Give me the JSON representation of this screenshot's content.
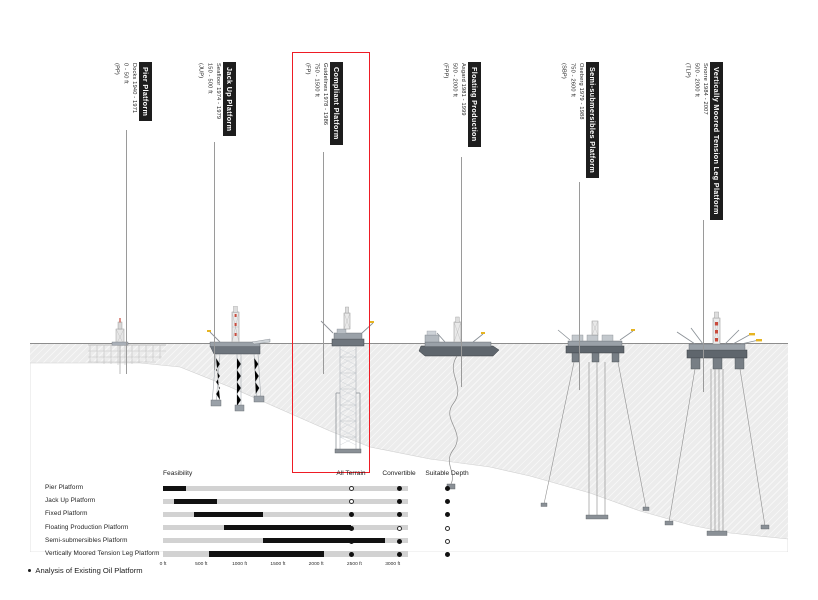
{
  "caption": {
    "bullet": "bullet-dot",
    "text": "Analysis of Existing Oil Platform"
  },
  "highlight": {
    "color": "#ee1c25",
    "target": "Compliant Platform"
  },
  "scene": {
    "waterline_label": "water-surface",
    "water_color": "#ececec",
    "seabed_color": "#ffffff"
  },
  "platforms": [
    {
      "name": "Pier Platform",
      "era": "Docks 1940 - 1971",
      "depth": "0 - 50 ft",
      "abbr": "(PP)",
      "highlighted": false
    },
    {
      "name": "Jack Up Platform",
      "era": "Seafloor 1974 - 1979",
      "depth": "150 - 500 ft",
      "abbr": "(JUP)",
      "highlighted": false
    },
    {
      "name": "Compliant Platform",
      "era": "Guidelines 1978 - 1986",
      "depth": "750 - 1500 ft",
      "abbr": "(FP)",
      "highlighted": true
    },
    {
      "name": "Floating Production",
      "era": "Asgard 1981 - 1999",
      "depth": "500 - 2000 ft",
      "abbr": "(FPP)",
      "highlighted": false
    },
    {
      "name": "Semi-submersibles Platform",
      "era": "Oseberg 1979 - 1988",
      "depth": "750 - 2600 ft",
      "abbr": "(SBP)",
      "highlighted": false
    },
    {
      "name": "Vertically Moored Tension Leg Platform",
      "era": "Snorre 1984 - 2007",
      "depth": "500 - 2000 ft",
      "abbr": "(TLP)",
      "highlighted": false
    }
  ],
  "chart_data": {
    "type": "bar",
    "title": "Feasibility",
    "xlabel": "",
    "ylabel": "",
    "xlim": [
      0,
      3200
    ],
    "grid": false,
    "legend": null,
    "tick_labels": [
      "0 ft",
      "500 ft",
      "1000 ft",
      "1500 ft",
      "2000 ft",
      "2500 ft",
      "3000 ft"
    ],
    "tick_values": [
      0,
      500,
      1000,
      1500,
      2000,
      2500,
      3000
    ],
    "categories": [
      "Pier Platform",
      "Jack Up Platform",
      "Fixed Platform",
      "Floating Production Platform",
      "Semi-submersibles Platform",
      "Vertically Moored Tension Leg Platform"
    ],
    "ranges": [
      {
        "category": "Pier Platform",
        "start": 0,
        "end": 300
      },
      {
        "category": "Jack Up Platform",
        "start": 150,
        "end": 700
      },
      {
        "category": "Fixed Platform",
        "start": 400,
        "end": 1300
      },
      {
        "category": "Floating Production Platform",
        "start": 800,
        "end": 2450
      },
      {
        "category": "Semi-submersibles Platform",
        "start": 1300,
        "end": 2900
      },
      {
        "category": "Vertically Moored Tension Leg Platform",
        "start": 600,
        "end": 2100
      }
    ],
    "matrix_columns": [
      "All Terrain",
      "Convertible",
      "Suitable Depth"
    ],
    "matrix": [
      {
        "category": "Pier Platform",
        "all_terrain": false,
        "convertible": true,
        "suitable_depth": true
      },
      {
        "category": "Jack Up Platform",
        "all_terrain": false,
        "convertible": true,
        "suitable_depth": true
      },
      {
        "category": "Fixed Platform",
        "all_terrain": true,
        "convertible": true,
        "suitable_depth": true
      },
      {
        "category": "Floating Production Platform",
        "all_terrain": true,
        "convertible": false,
        "suitable_depth": false
      },
      {
        "category": "Semi-submersibles Platform",
        "all_terrain": true,
        "convertible": true,
        "suitable_depth": false
      },
      {
        "category": "Vertically Moored Tension Leg Platform",
        "all_terrain": true,
        "convertible": true,
        "suitable_depth": true
      }
    ]
  }
}
